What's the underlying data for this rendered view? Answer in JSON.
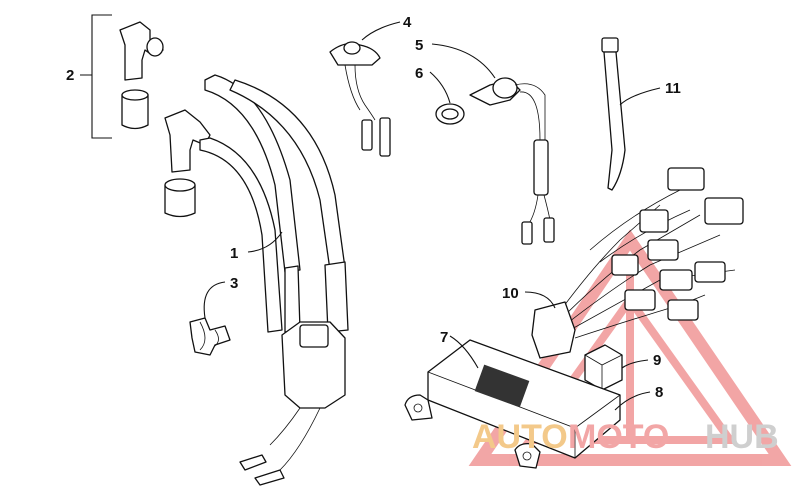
{
  "callouts": {
    "c1": "1",
    "c2": "2",
    "c3": "3",
    "c4": "4",
    "c5": "5",
    "c6": "6",
    "c7": "7",
    "c8": "8",
    "c9": "9",
    "c10": "10",
    "c11": "11"
  },
  "watermark": {
    "auto": "AUTO",
    "moto": "MOTO",
    "hub": "HUB",
    "colors": {
      "auto": "#f3c98a",
      "moto": "#f2a6a6",
      "hub": "#d9d9d9",
      "triangle": "#e85d5d"
    }
  }
}
